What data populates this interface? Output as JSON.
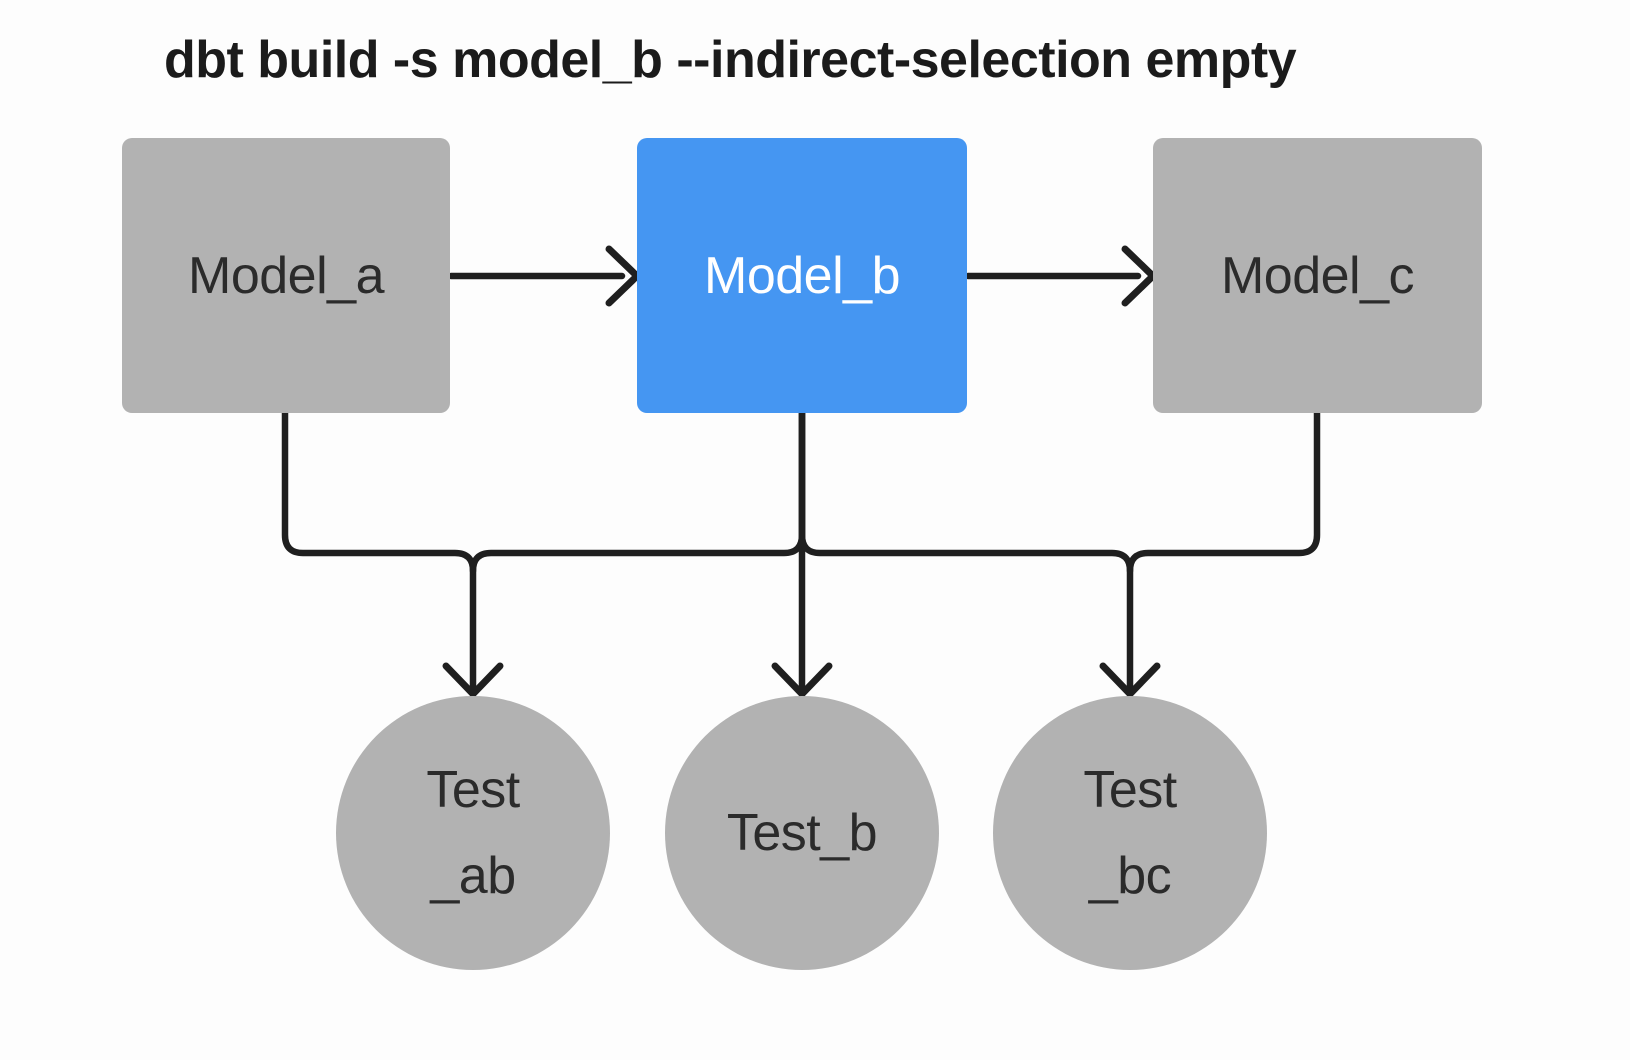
{
  "title": "dbt build -s model_b --indirect-selection empty",
  "colors": {
    "background": "#fdfdfd",
    "node_gray": "#b2b2b2",
    "selected_blue": "#4596f2",
    "edge_dark": "#1f1f1f",
    "label_dark": "#2b2b2b",
    "label_light": "#ffffff"
  },
  "nodes": {
    "model_a": {
      "label": "Model_a",
      "kind": "model",
      "selected": false
    },
    "model_b": {
      "label": "Model_b",
      "kind": "model",
      "selected": true
    },
    "model_c": {
      "label": "Model_c",
      "kind": "model",
      "selected": false
    },
    "test_ab": {
      "label": "Test_ab",
      "lines": [
        "Test",
        "_ab"
      ],
      "kind": "test"
    },
    "test_b": {
      "label": "Test_b",
      "lines": [
        "Test_b"
      ],
      "kind": "test"
    },
    "test_bc": {
      "label": "Test_bc",
      "lines": [
        "Test",
        "_bc"
      ],
      "kind": "test"
    }
  },
  "edges": [
    {
      "from": "model_a",
      "to": "model_b"
    },
    {
      "from": "model_b",
      "to": "model_c"
    },
    {
      "from": "model_a",
      "to": "test_ab"
    },
    {
      "from": "model_b",
      "to": "test_ab"
    },
    {
      "from": "model_b",
      "to": "test_b"
    },
    {
      "from": "model_b",
      "to": "test_bc"
    },
    {
      "from": "model_c",
      "to": "test_bc"
    }
  ]
}
